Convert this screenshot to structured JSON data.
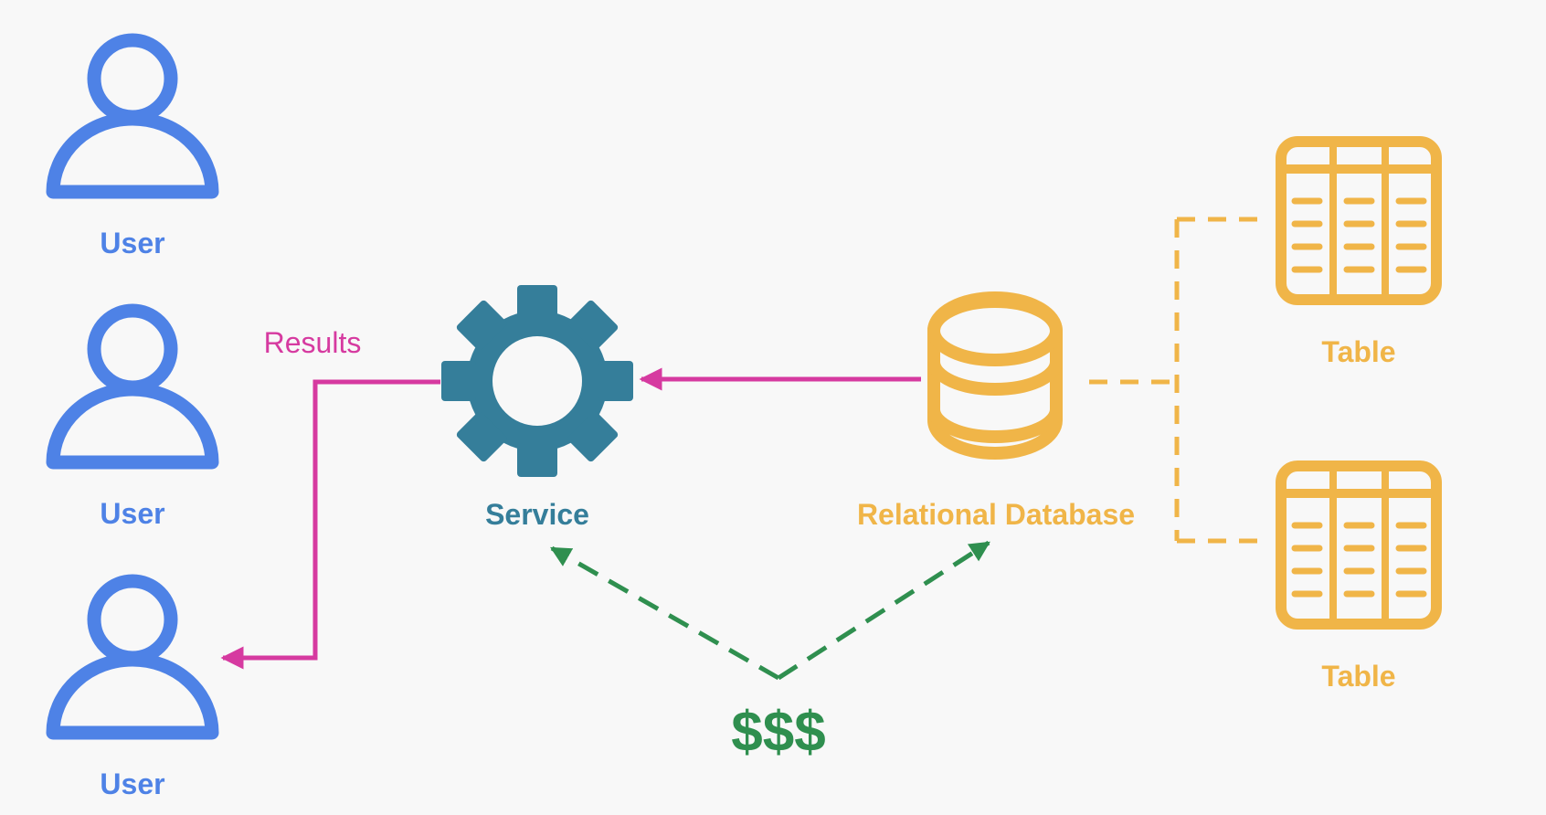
{
  "colors": {
    "background": "#f8f8f8",
    "user": "#4e82e6",
    "service": "#357e9a",
    "database": "#f0b548",
    "results": "#d63aa0",
    "cost": "#2f8f4f"
  },
  "nodes": {
    "users": [
      {
        "label": "User",
        "icon": "user-icon"
      },
      {
        "label": "User",
        "icon": "user-icon"
      },
      {
        "label": "User",
        "icon": "user-icon"
      }
    ],
    "service": {
      "label": "Service",
      "icon": "gear-icon"
    },
    "database": {
      "label": "Relational Database",
      "icon": "database-icon"
    },
    "tables": [
      {
        "label": "Table",
        "icon": "table-icon"
      },
      {
        "label": "Table",
        "icon": "table-icon"
      }
    ]
  },
  "edges": {
    "results_label": "Results",
    "cost_label": "$$$"
  }
}
